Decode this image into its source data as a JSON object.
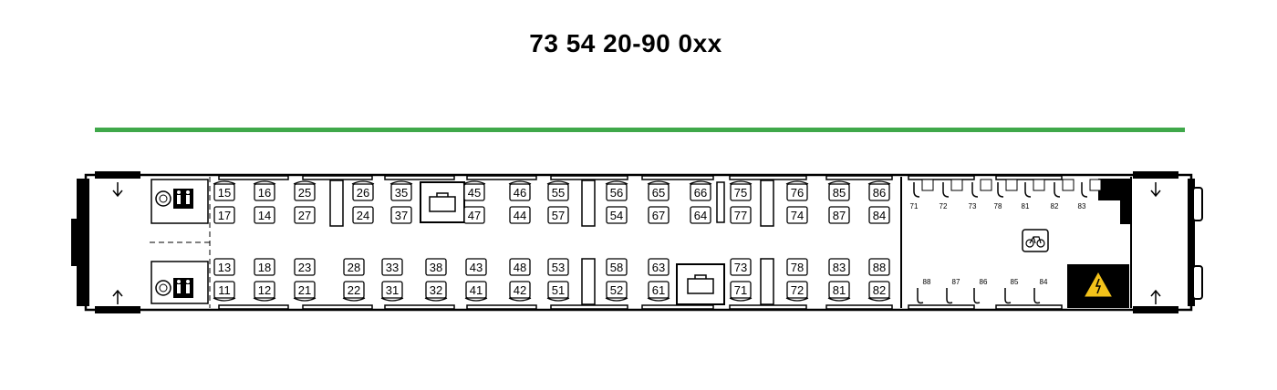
{
  "coach_number": "73 54 20-90 0xx",
  "colors": {
    "class_bar": "#3fa84a",
    "outline": "#000000",
    "warning_fill": "#f3c21a",
    "background": "#ffffff"
  },
  "icons": {
    "toilet": "wc-icon",
    "luggage": "luggage-rack-icon",
    "bicycle": "bicycle-icon",
    "high_voltage": "high-voltage-icon",
    "entrance": "door-arrow-icon"
  },
  "seats": {
    "upper_window": [
      "15",
      "16",
      "25",
      "26",
      "35",
      "45",
      "46",
      "55",
      "56",
      "65",
      "66",
      "75",
      "76",
      "85",
      "86"
    ],
    "upper_aisle": [
      "17",
      "14",
      "27",
      "24",
      "37",
      "47",
      "44",
      "57",
      "54",
      "67",
      "64",
      "77",
      "74",
      "87",
      "84"
    ],
    "lower_aisle": [
      "13",
      "18",
      "23",
      "28",
      "33",
      "38",
      "43",
      "48",
      "53",
      "58",
      "63",
      "73",
      "78",
      "83",
      "88"
    ],
    "lower_window": [
      "11",
      "12",
      "21",
      "22",
      "31",
      "32",
      "41",
      "42",
      "51",
      "52",
      "61",
      "71",
      "72",
      "81",
      "82"
    ]
  },
  "bike_spaces": {
    "top": [
      "71",
      "72",
      "73",
      "78",
      "81",
      "82",
      "83"
    ],
    "bottom": [
      "88",
      "87",
      "86",
      "85",
      "84"
    ]
  }
}
